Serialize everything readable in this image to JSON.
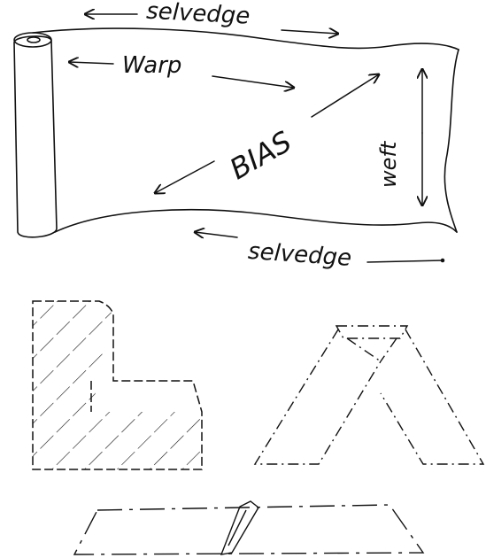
{
  "labels": {
    "selvedge_top": "selvedge",
    "warp": "Warp",
    "bias": "BIAS",
    "weft": "weft",
    "selvedge_bottom": "selvedge"
  },
  "colors": {
    "ink": "#111111",
    "paper": "#ffffff"
  }
}
